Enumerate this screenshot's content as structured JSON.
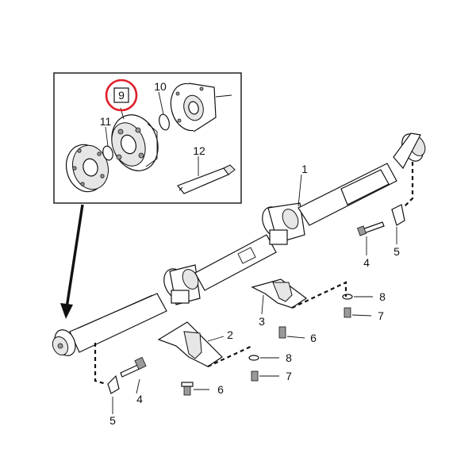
{
  "diagram": {
    "labels": {
      "p1": "1",
      "p2": "2",
      "p3": "3",
      "p4a": "4",
      "p4b": "4",
      "p5a": "5",
      "p5b": "5",
      "p6a": "6",
      "p6b": "6",
      "p7a": "7",
      "p7b": "7",
      "p8a": "8",
      "p8b": "8",
      "p9": "9",
      "p10": "10",
      "p11": "11",
      "p12": "12"
    },
    "highlight_color": "#e0202a",
    "line_color": "#111111",
    "icons": {
      "inset": "exploded-joint-inset",
      "shaft": "propeller-shaft",
      "bracket": "center-bearing-bracket",
      "bolt": "bolt-icon",
      "washer": "washer-icon"
    }
  }
}
